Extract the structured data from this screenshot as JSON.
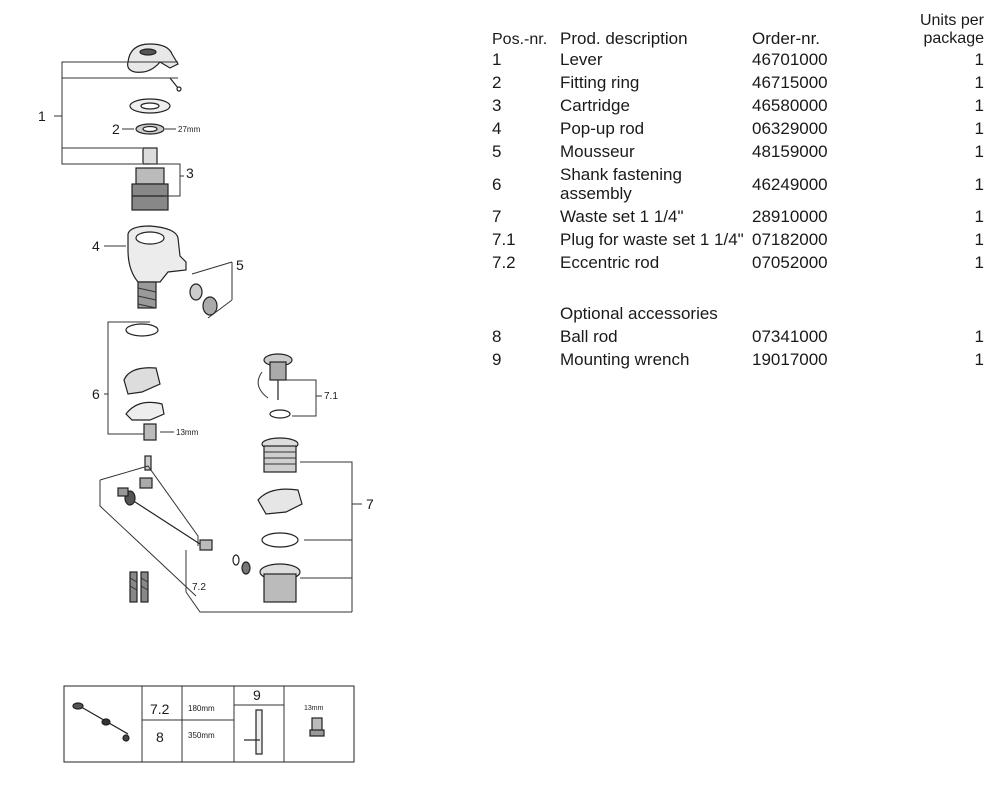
{
  "table": {
    "headers": {
      "pos": "Pos.-nr.",
      "description": "Prod. description",
      "order": "Order-nr.",
      "units": "Units per package"
    },
    "rows": [
      {
        "pos": "1",
        "description": "Lever",
        "order": "46701000",
        "units": "1"
      },
      {
        "pos": "2",
        "description": "Fitting ring",
        "order": "46715000",
        "units": "1"
      },
      {
        "pos": "3",
        "description": "Cartridge",
        "order": "46580000",
        "units": "1"
      },
      {
        "pos": "4",
        "description": "Pop-up rod",
        "order": "06329000",
        "units": "1"
      },
      {
        "pos": "5",
        "description": "Mousseur",
        "order": "48159000",
        "units": "1"
      },
      {
        "pos": "6",
        "description": "Shank fastening assembly",
        "order": "46249000",
        "units": "1"
      },
      {
        "pos": "7",
        "description": "Waste set 1 1/4\"",
        "order": "28910000",
        "units": "1"
      },
      {
        "pos": "7.1",
        "description": "Plug for waste set 1 1/4\"",
        "order": "07182000",
        "units": "1"
      },
      {
        "pos": "7.2",
        "description": "Eccentric rod",
        "order": "07052000",
        "units": "1"
      }
    ],
    "optional_heading": "Optional accessories",
    "optional_rows": [
      {
        "pos": "8",
        "description": "Ball rod",
        "order": "07341000",
        "units": "1"
      },
      {
        "pos": "9",
        "description": "Mounting wrench",
        "order": "19017000",
        "units": "1"
      }
    ]
  },
  "diagram": {
    "callouts": {
      "c1": "1",
      "c2": "2",
      "c3": "3",
      "c4": "4",
      "c5": "5",
      "c6": "6",
      "c7": "7",
      "c7_1": "7.1",
      "c7_2": "7.2"
    },
    "dims": {
      "ring": "27mm",
      "nut": "13mm"
    },
    "accessory_box": {
      "rod_pos_a": "7.2",
      "rod_len_a": "180mm",
      "rod_pos_b": "8",
      "rod_len_b": "350mm",
      "wrench_pos": "9",
      "nut_dim": "13mm"
    }
  }
}
